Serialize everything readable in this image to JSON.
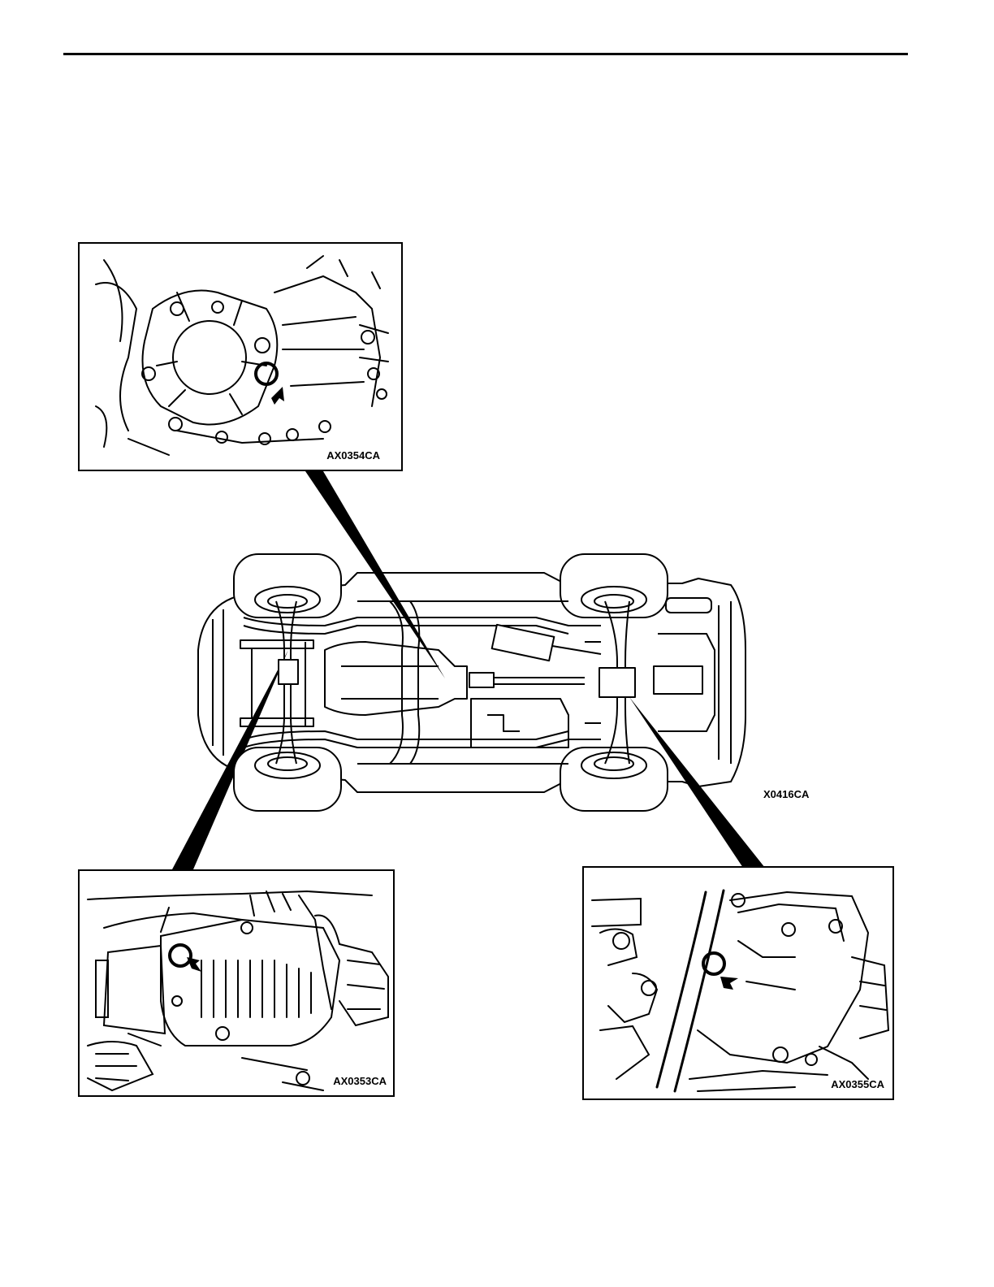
{
  "figures": {
    "top_inset_code": "AX0354CA",
    "main_code": "X0416CA",
    "bottom_left_inset_code": "AX0353CA",
    "bottom_right_inset_code": "AX0355CA"
  },
  "colors": {
    "line": "#000000",
    "background": "#ffffff"
  }
}
